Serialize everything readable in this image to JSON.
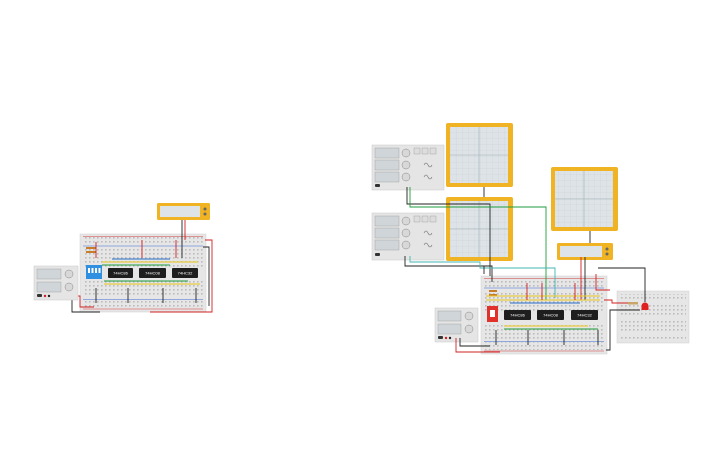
{
  "colors": {
    "background": "#ffffff",
    "breadboard": "#e6e6e6",
    "breadboard_hole": "#9a9a9a",
    "rail_red": "#d33a3a",
    "rail_blue": "#3a6bd3",
    "chip": "#1e1e1e",
    "scope_frame": "#f0b323",
    "scope_screen": "#dde3e6",
    "scope_grid": "#b8c2c7",
    "supply_body": "#e5e5e5",
    "supply_display": "#cfd5d8",
    "wire_red": "#d01f1f",
    "wire_black": "#222222",
    "wire_green": "#1e9e3c",
    "wire_yellow": "#e8c41a",
    "wire_teal": "#43b6b0",
    "wire_blue": "#2a6fc9",
    "dip_switch": "#2f8fe0",
    "red_switch": "#e0322a",
    "led_red": "#e02020"
  },
  "circuits": {
    "left": {
      "chips": [
        {
          "label": "74HC86"
        },
        {
          "label": "74HC08"
        },
        {
          "label": "74HC32"
        }
      ]
    },
    "right": {
      "chips": [
        {
          "label": "74HC86"
        },
        {
          "label": "74HC08"
        },
        {
          "label": "74HC32"
        }
      ]
    }
  },
  "icons": [
    "power-supply-icon",
    "oscilloscope-icon",
    "function-generator-icon",
    "dip-switch-icon",
    "slide-switch-icon",
    "led-icon",
    "resistor-icon"
  ]
}
